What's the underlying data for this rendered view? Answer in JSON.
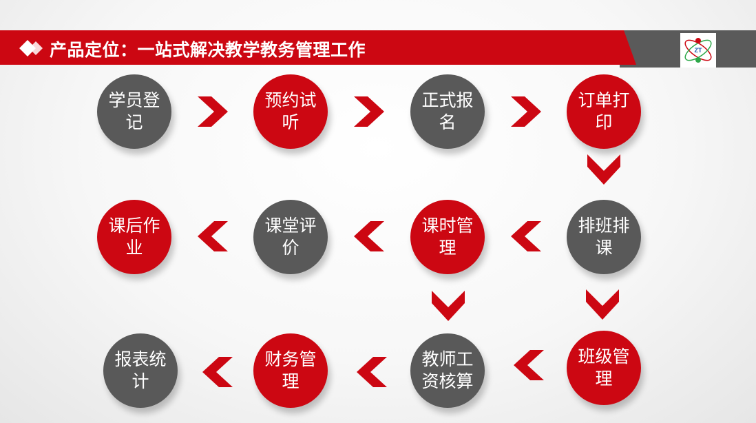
{
  "header": {
    "title": "产品定位：一站式解决教学教务管理工作",
    "logo_text": "ZT"
  },
  "colors": {
    "red": "#cc0712",
    "gray": "#595959",
    "band_gray": "#5a5a5a"
  },
  "steps": [
    {
      "id": "student-register",
      "label": "学员登记",
      "color": "gray"
    },
    {
      "id": "trial-booking",
      "label": "预约试听",
      "color": "red"
    },
    {
      "id": "formal-enroll",
      "label": "正式报名",
      "color": "gray"
    },
    {
      "id": "order-print",
      "label": "订单打印",
      "color": "red"
    },
    {
      "id": "class-scheduling",
      "label": "排班排课",
      "color": "gray"
    },
    {
      "id": "hours-management",
      "label": "课时管理",
      "color": "red"
    },
    {
      "id": "class-evaluation",
      "label": "课堂评价",
      "color": "gray"
    },
    {
      "id": "homework",
      "label": "课后作业",
      "color": "red"
    },
    {
      "id": "class-management",
      "label": "班级管理",
      "color": "red"
    },
    {
      "id": "teacher-salary",
      "label": "教师工资核算",
      "color": "gray"
    },
    {
      "id": "finance-management",
      "label": "财务管理",
      "color": "red"
    },
    {
      "id": "report-stats",
      "label": "报表统计",
      "color": "gray"
    }
  ],
  "flow_arrows": [
    {
      "from": "student-register",
      "to": "trial-booking",
      "direction": "right"
    },
    {
      "from": "trial-booking",
      "to": "formal-enroll",
      "direction": "right"
    },
    {
      "from": "formal-enroll",
      "to": "order-print",
      "direction": "right"
    },
    {
      "from": "order-print",
      "to": "class-scheduling",
      "direction": "down"
    },
    {
      "from": "class-scheduling",
      "to": "hours-management",
      "direction": "left"
    },
    {
      "from": "hours-management",
      "to": "class-evaluation",
      "direction": "left"
    },
    {
      "from": "class-evaluation",
      "to": "homework",
      "direction": "left"
    },
    {
      "from": "class-scheduling",
      "to": "class-management",
      "direction": "down"
    },
    {
      "from": "hours-management",
      "to": "teacher-salary",
      "direction": "down"
    },
    {
      "from": "class-management",
      "to": "teacher-salary",
      "direction": "left"
    },
    {
      "from": "teacher-salary",
      "to": "finance-management",
      "direction": "left"
    },
    {
      "from": "finance-management",
      "to": "report-stats",
      "direction": "left"
    }
  ]
}
